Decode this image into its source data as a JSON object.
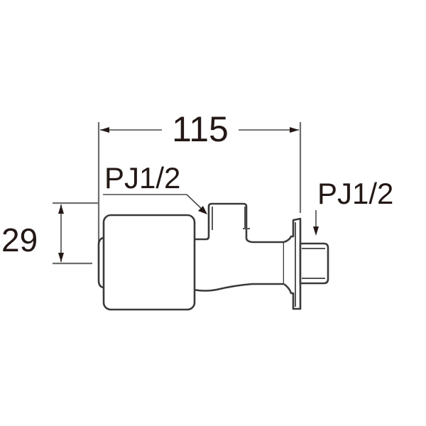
{
  "drawing": {
    "type": "technical-dimension-drawing",
    "subject": "faucet / valve fitting side view",
    "dimensions": {
      "overall_length": {
        "value": "115"
      },
      "height": {
        "value": "29"
      }
    },
    "callouts": {
      "left_thread": {
        "text": "PJ1/2"
      },
      "right_thread": {
        "text": "PJ1/2"
      }
    },
    "colors": {
      "line": "#3a3a3a",
      "text": "#231815",
      "background": "#ffffff"
    }
  }
}
